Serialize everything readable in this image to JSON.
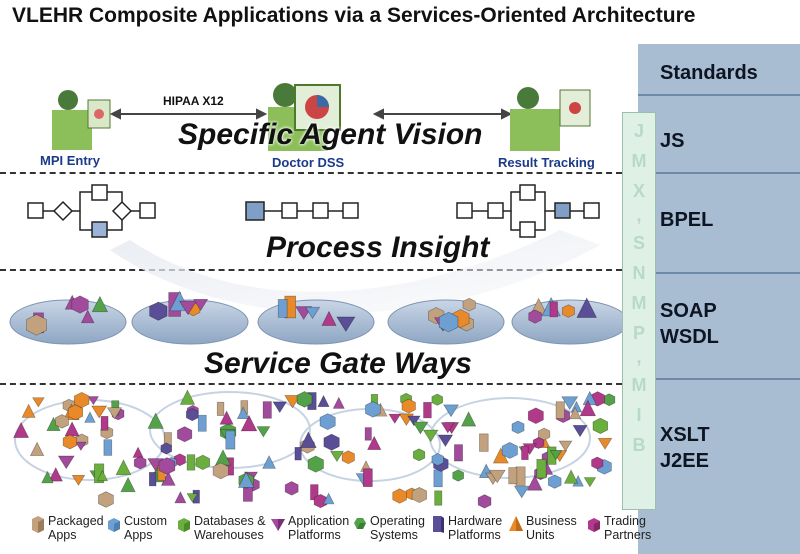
{
  "title": "VLEHR Composite Applications via a Services-Oriented Architecture",
  "standards": {
    "heading": "Standards",
    "rows": [
      {
        "lines": [
          "JS"
        ]
      },
      {
        "lines": [
          "BPEL"
        ]
      },
      {
        "lines": [
          "SOAP",
          "WSDL"
        ]
      },
      {
        "lines": [
          "XSLT",
          "J2EE"
        ]
      }
    ]
  },
  "management_bar": {
    "chars": [
      "J",
      "M",
      "X",
      ",",
      "S",
      "N",
      "M",
      "P",
      ",",
      "M",
      "I",
      "B"
    ]
  },
  "layers": {
    "agent": {
      "title": "Specific Agent Vision",
      "hipaa_label": "HIPAA X12",
      "agents": [
        {
          "label": "MPI Entry",
          "icon": "user-at-workstation-icon"
        },
        {
          "label": "Doctor DSS",
          "icon": "user-at-workstation-icon"
        },
        {
          "label": "Result Tracking",
          "icon": "user-at-workstation-icon"
        }
      ]
    },
    "process": {
      "title": "Process Insight"
    },
    "gateway": {
      "title": "Service Gate Ways"
    }
  },
  "legend": [
    {
      "label": [
        "Packaged",
        "Apps"
      ],
      "icon": "packaged-apps-icon",
      "color": "#c2a27e"
    },
    {
      "label": [
        "Custom",
        "Apps"
      ],
      "icon": "custom-apps-icon",
      "color": "#6d9fd2"
    },
    {
      "label": [
        "Databases &",
        "Warehouses"
      ],
      "icon": "databases-icon",
      "color": "#6aae3e"
    },
    {
      "label": [
        "Application",
        "Platforms"
      ],
      "icon": "application-platforms-icon",
      "color": "#a24a9c"
    },
    {
      "label": [
        "Operating",
        "Systems"
      ],
      "icon": "operating-systems-icon",
      "color": "#53a24a"
    },
    {
      "label": [
        "Hardware",
        "Platforms"
      ],
      "icon": "hardware-platforms-icon",
      "color": "#5a4f96"
    },
    {
      "label": [
        "Business",
        "Units"
      ],
      "icon": "business-units-icon",
      "color": "#e88a2a"
    },
    {
      "label": [
        "Trading",
        "Partners"
      ],
      "icon": "trading-partners-icon",
      "color": "#b0398a"
    }
  ]
}
